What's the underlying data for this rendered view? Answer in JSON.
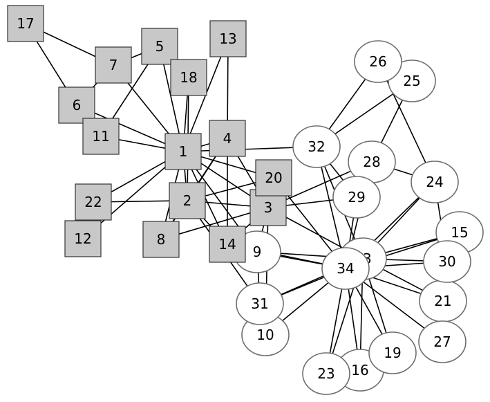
{
  "graph": {
    "square_color": "#c8c8c8",
    "circle_color": "#ffffff",
    "square_nodes": [
      "1",
      "2",
      "3",
      "4",
      "5",
      "6",
      "7",
      "8",
      "11",
      "12",
      "13",
      "14",
      "17",
      "18",
      "20",
      "22"
    ],
    "circle_nodes": [
      "9",
      "10",
      "15",
      "16",
      "19",
      "21",
      "23",
      "24",
      "25",
      "26",
      "27",
      "28",
      "29",
      "30",
      "31",
      "32",
      "33",
      "34"
    ],
    "edges": [
      [
        "1",
        "2"
      ],
      [
        "1",
        "3"
      ],
      [
        "1",
        "4"
      ],
      [
        "1",
        "5"
      ],
      [
        "1",
        "6"
      ],
      [
        "1",
        "7"
      ],
      [
        "1",
        "8"
      ],
      [
        "1",
        "9"
      ],
      [
        "1",
        "11"
      ],
      [
        "1",
        "12"
      ],
      [
        "1",
        "13"
      ],
      [
        "1",
        "14"
      ],
      [
        "1",
        "18"
      ],
      [
        "1",
        "20"
      ],
      [
        "1",
        "22"
      ],
      [
        "1",
        "32"
      ],
      [
        "2",
        "3"
      ],
      [
        "2",
        "4"
      ],
      [
        "2",
        "8"
      ],
      [
        "2",
        "14"
      ],
      [
        "2",
        "18"
      ],
      [
        "2",
        "20"
      ],
      [
        "2",
        "22"
      ],
      [
        "2",
        "31"
      ],
      [
        "3",
        "4"
      ],
      [
        "3",
        "8"
      ],
      [
        "3",
        "9"
      ],
      [
        "3",
        "10"
      ],
      [
        "3",
        "14"
      ],
      [
        "3",
        "28"
      ],
      [
        "3",
        "29"
      ],
      [
        "3",
        "33"
      ],
      [
        "4",
        "8"
      ],
      [
        "4",
        "13"
      ],
      [
        "4",
        "14"
      ],
      [
        "5",
        "7"
      ],
      [
        "5",
        "11"
      ],
      [
        "6",
        "7"
      ],
      [
        "6",
        "11"
      ],
      [
        "6",
        "17"
      ],
      [
        "7",
        "17"
      ],
      [
        "9",
        "31"
      ],
      [
        "9",
        "33"
      ],
      [
        "9",
        "34"
      ],
      [
        "10",
        "34"
      ],
      [
        "14",
        "34"
      ],
      [
        "15",
        "33"
      ],
      [
        "15",
        "34"
      ],
      [
        "16",
        "33"
      ],
      [
        "16",
        "34"
      ],
      [
        "19",
        "33"
      ],
      [
        "19",
        "34"
      ],
      [
        "20",
        "34"
      ],
      [
        "21",
        "33"
      ],
      [
        "21",
        "34"
      ],
      [
        "23",
        "33"
      ],
      [
        "23",
        "34"
      ],
      [
        "24",
        "26"
      ],
      [
        "24",
        "28"
      ],
      [
        "24",
        "30"
      ],
      [
        "24",
        "33"
      ],
      [
        "24",
        "34"
      ],
      [
        "25",
        "26"
      ],
      [
        "25",
        "28"
      ],
      [
        "25",
        "32"
      ],
      [
        "26",
        "32"
      ],
      [
        "27",
        "30"
      ],
      [
        "27",
        "34"
      ],
      [
        "28",
        "34"
      ],
      [
        "29",
        "32"
      ],
      [
        "29",
        "34"
      ],
      [
        "30",
        "33"
      ],
      [
        "30",
        "34"
      ],
      [
        "31",
        "33"
      ],
      [
        "31",
        "34"
      ],
      [
        "32",
        "33"
      ],
      [
        "32",
        "34"
      ],
      [
        "33",
        "34"
      ]
    ]
  }
}
